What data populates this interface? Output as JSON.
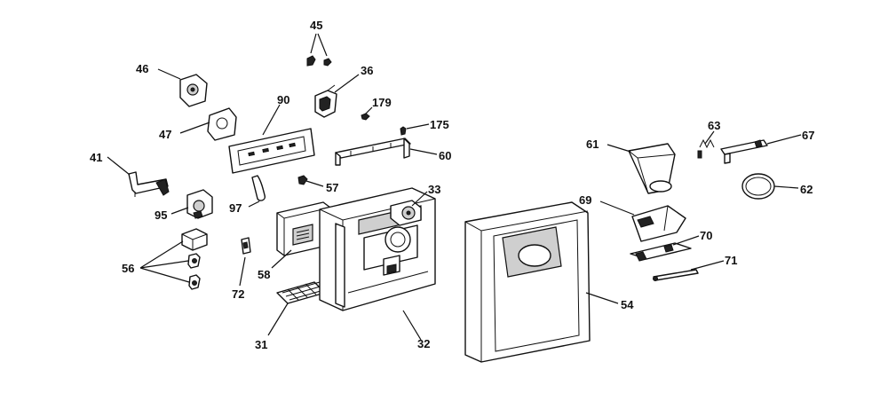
{
  "callouts": {
    "p45": "45",
    "p46": "46",
    "p36": "36",
    "p179": "179",
    "p90": "90",
    "p175": "175",
    "p47": "47",
    "p60": "60",
    "p41": "41",
    "p57": "57",
    "p33": "33",
    "p97": "97",
    "p95": "95",
    "p56": "56",
    "p58": "58",
    "p72": "72",
    "p31": "31",
    "p32": "32",
    "p61": "61",
    "p63": "63",
    "p67": "67",
    "p62": "62",
    "p69": "69",
    "p70": "70",
    "p71": "71",
    "p54": "54"
  }
}
